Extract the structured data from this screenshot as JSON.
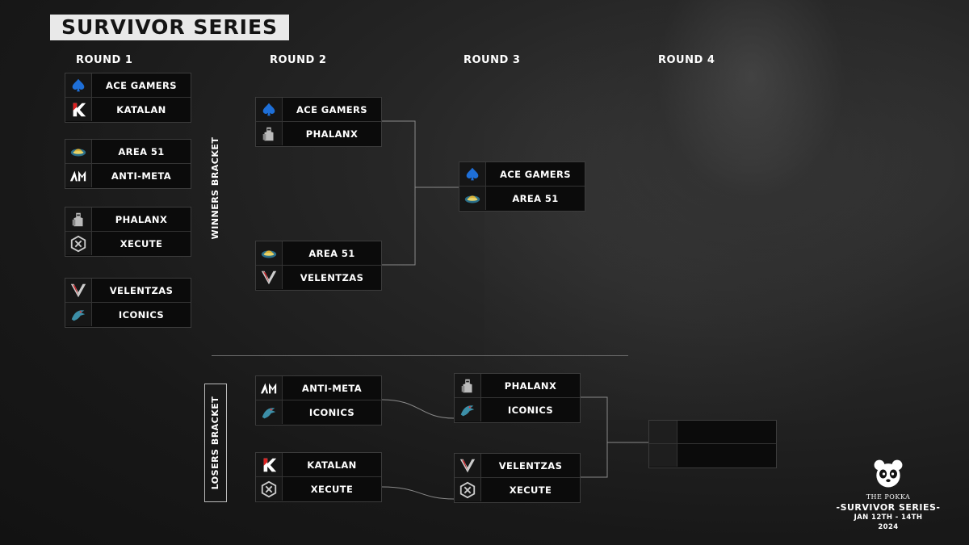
{
  "title": "SURVIVOR SERIES",
  "rounds": [
    "ROUND 1",
    "ROUND 2",
    "ROUND 3",
    "ROUND 4"
  ],
  "labels": {
    "winners": "WINNERS BRACKET",
    "losers": "LOSERS BRACKET"
  },
  "teams": {
    "ace": "ACE GAMERS",
    "katalan": "KATALAN",
    "area51": "AREA 51",
    "antimeta": "ANTI-META",
    "phalanx": "PHALANX",
    "xecute": "XECUTE",
    "velentzas": "VELENTZAS",
    "iconics": "ICONICS"
  },
  "winners": {
    "round1": [
      [
        "ACE GAMERS",
        "KATALAN"
      ],
      [
        "AREA 51",
        "ANTI-META"
      ],
      [
        "PHALANX",
        "XECUTE"
      ],
      [
        "VELENTZAS",
        "ICONICS"
      ]
    ],
    "round2": [
      [
        "ACE GAMERS",
        "PHALANX"
      ],
      [
        "AREA 51",
        "VELENTZAS"
      ]
    ],
    "round3": [
      [
        "ACE GAMERS",
        "AREA 51"
      ]
    ]
  },
  "losers": {
    "round2": [
      [
        "ANTI-META",
        "ICONICS"
      ],
      [
        "KATALAN",
        "XECUTE"
      ]
    ],
    "round3": [
      [
        "PHALANX",
        "ICONICS"
      ],
      [
        "VELENTZAS",
        "XECUTE"
      ]
    ]
  },
  "icons": {
    "ace": "spade-icon",
    "katalan": "k-logo-icon",
    "area51": "ufo-icon",
    "antimeta": "am-logo-icon",
    "phalanx": "warrior-icon",
    "xecute": "hex-logo-icon",
    "velentzas": "v-logo-icon",
    "iconics": "dragon-icon"
  },
  "colors": {
    "accent": "#1e6fd8",
    "title_bg": "#e9e9e9",
    "background": "#1b1b1b"
  },
  "branding": {
    "org": "THE POKKA",
    "event": "-SURVIVOR SERIES-",
    "dates": "JAN 12TH - 14TH",
    "year": "2024"
  }
}
